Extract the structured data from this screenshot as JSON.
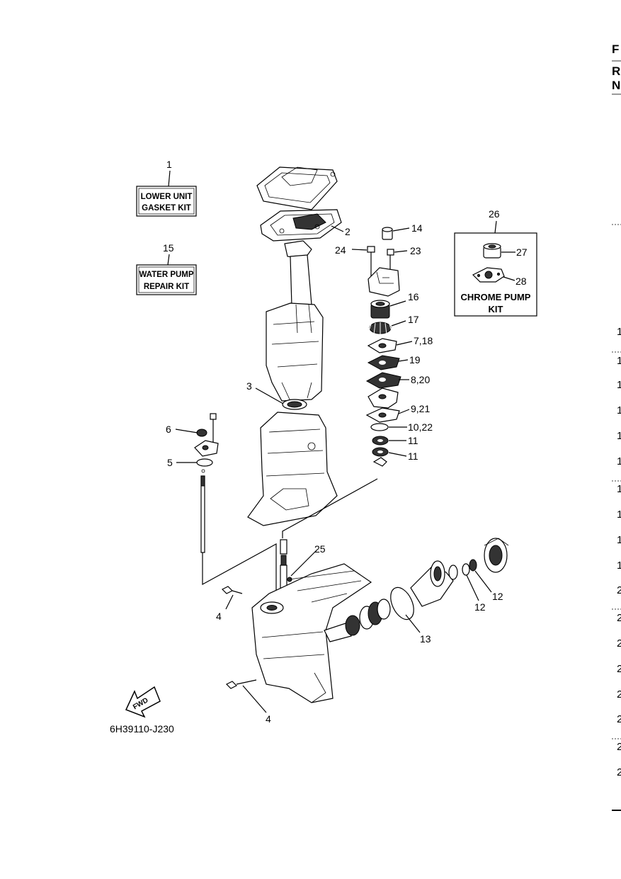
{
  "header": {
    "edge_f": "F",
    "edge_r": "R",
    "edge_n": "N"
  },
  "kits": {
    "lower_unit": {
      "callout": "1",
      "line1": "LOWER UNIT",
      "line2": "GASKET KIT"
    },
    "water_pump": {
      "callout": "15",
      "line1": "WATER PUMP",
      "line2": "REPAIR KIT"
    },
    "chrome_pump": {
      "callout": "26",
      "line1": "CHROME PUMP",
      "line2": "KIT"
    }
  },
  "callouts": {
    "c2": "2",
    "c3": "3",
    "c4a": "4",
    "c4b": "4",
    "c5": "5",
    "c6": "6",
    "c7_18": "7,18",
    "c8_20": "8,20",
    "c9_21": "9,21",
    "c10_22": "10,22",
    "c11a": "11",
    "c11b": "11",
    "c12a": "12",
    "c12b": "12",
    "c13": "13",
    "c14": "14",
    "c16": "16",
    "c17": "17",
    "c19": "19",
    "c23": "23",
    "c24": "24",
    "c25": "25",
    "c27": "27",
    "c28": "28"
  },
  "fwd_label": "FWD",
  "figure_code": "6H39110-J230",
  "right_edge_digits": [
    "1",
    "1",
    "1",
    "1",
    "1",
    "1",
    "1",
    "1",
    "1",
    "1",
    "2",
    "2",
    "2",
    "2",
    "2",
    "2",
    "2",
    "2"
  ]
}
